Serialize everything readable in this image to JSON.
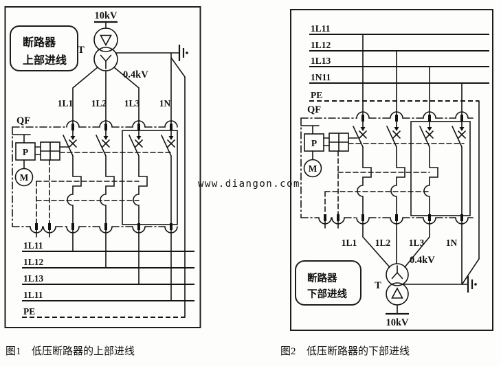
{
  "watermark": {
    "text": "www.diangon.com",
    "color": "#2f9e3d"
  },
  "fig1": {
    "callout": {
      "line1": "断路器",
      "line2": "上部进线"
    },
    "hv": "10kV",
    "lv": "0.4kV",
    "transformer_label": "T",
    "breaker_label": "QF",
    "mech": {
      "p": "P",
      "m": "M"
    },
    "phases": [
      "1L1",
      "1L2",
      "1L3",
      "1N"
    ],
    "buses": [
      "1L11",
      "1L12",
      "1L13",
      "1L11",
      "PE"
    ],
    "caption": {
      "no": "图1",
      "text": "低压断路器的上部进线"
    }
  },
  "fig2": {
    "callout": {
      "line1": "断路器",
      "line2": "下部进线"
    },
    "hv": "10kV",
    "lv": "0.4kV",
    "transformer_label": "T",
    "breaker_label": "QF",
    "mech": {
      "p": "P",
      "m": "M"
    },
    "phases": [
      "1L1",
      "1L2",
      "1L3",
      "1N"
    ],
    "buses": [
      "1L11",
      "1L12",
      "1L13",
      "1N11",
      "PE"
    ],
    "caption": {
      "no": "图2",
      "text": "低压断路器的下部进线"
    }
  }
}
